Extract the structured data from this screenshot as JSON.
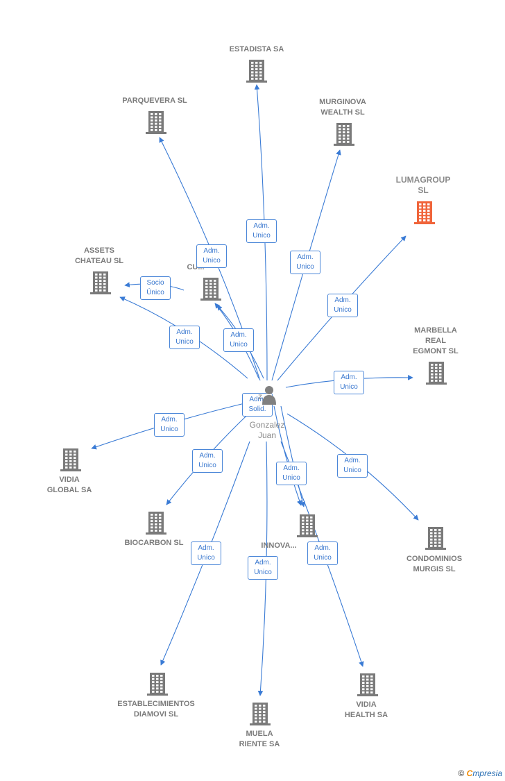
{
  "colors": {
    "edge": "#3a7bd5",
    "node": "#7a7a7a",
    "highlight": "#f0643a"
  },
  "center": {
    "name": "Gonzalez\nJuan",
    "partial_text": "z"
  },
  "nodes": [
    {
      "id": "estadista",
      "label": "ESTADISTA SA"
    },
    {
      "id": "parquevera",
      "label": "PARQUEVERA SL"
    },
    {
      "id": "murginova",
      "label": "MURGINOVA\nWEALTH SL"
    },
    {
      "id": "lumagroup",
      "label": "LUMAGROUP\nSL",
      "highlight": true
    },
    {
      "id": "assets",
      "label": "ASSETS\nCHATEAU  SL"
    },
    {
      "id": "cumbria",
      "label": "CU..."
    },
    {
      "id": "marbella",
      "label": "MARBELLA\nREAL\nEGMONT SL"
    },
    {
      "id": "vidia_global",
      "label": "VIDIA\nGLOBAL SA"
    },
    {
      "id": "biocarbon",
      "label": "BIOCARBON SL"
    },
    {
      "id": "innova",
      "label": "INNOVA..."
    },
    {
      "id": "condominios",
      "label": "CONDOMINIOS\nMURGIS SL"
    },
    {
      "id": "establecimientos",
      "label": "ESTABLECIMIENTOS\nDIAMOVI  SL"
    },
    {
      "id": "muela",
      "label": "MUELA\nRIENTE SA"
    },
    {
      "id": "vidia_health",
      "label": "VIDIA\nHEALTH SA"
    }
  ],
  "edge_labels": [
    {
      "id": "e-estadista",
      "text": "Adm.\nUnico"
    },
    {
      "id": "e-parquevera",
      "text": "Adm.\nUnico"
    },
    {
      "id": "e-murginova",
      "text": "Adm.\nUnico"
    },
    {
      "id": "e-lumagroup",
      "text": "Adm.\nUnico"
    },
    {
      "id": "e-assets-socio",
      "text": "Socio\nÚnico"
    },
    {
      "id": "e-assets",
      "text": "Adm.\nUnico"
    },
    {
      "id": "e-cumbria",
      "text": "Adm.\nUnico"
    },
    {
      "id": "e-marbella",
      "text": "Adm.\nUnico"
    },
    {
      "id": "e-solid",
      "text": "Adm.\nSolid."
    },
    {
      "id": "e-vidia-global",
      "text": "Adm.\nUnico"
    },
    {
      "id": "e-biocarbon",
      "text": "Adm.\nUnico"
    },
    {
      "id": "e-innova",
      "text": "Adm.\nUnico"
    },
    {
      "id": "e-condominios",
      "text": "Adm.\nUnico"
    },
    {
      "id": "e-establecimientos",
      "text": "Adm.\nUnico"
    },
    {
      "id": "e-muela",
      "text": "Adm.\nUnico"
    },
    {
      "id": "e-vidia-health",
      "text": "Adm.\nUnico"
    }
  ],
  "brand": {
    "symbol": "©",
    "first": "C",
    "rest": "mpresia"
  }
}
